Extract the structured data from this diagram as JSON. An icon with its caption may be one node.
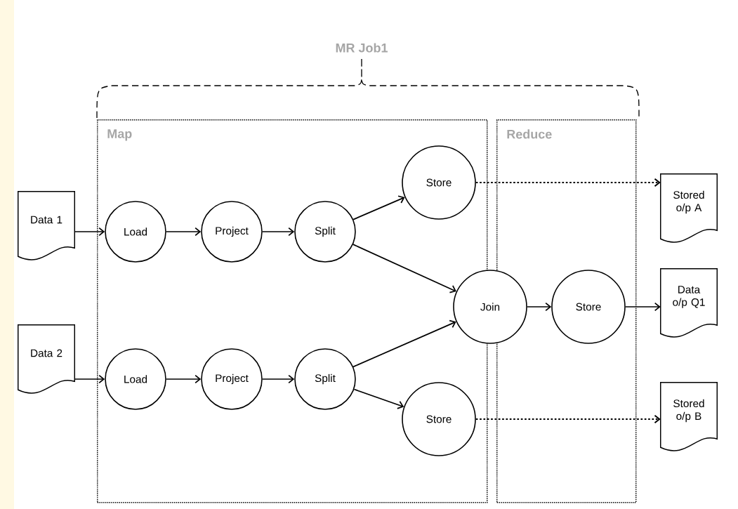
{
  "diagram": {
    "nodes": [
      {
        "text": [
          "Map"
        ]
      },
      {
        "text": [
          "Reduce"
        ]
      },
      {
        "text": [
          "Data 1"
        ]
      },
      {
        "text": [
          "Load"
        ],
        "in": 0
      },
      {
        "text": [
          "Project"
        ],
        "in": 0
      },
      {
        "text": [
          "Split"
        ],
        "in": 0
      },
      {
        "text": [
          "Store"
        ],
        "in": 0
      },
      {
        "text": [
          "Data 2"
        ]
      },
      {
        "text": [
          "Load"
        ],
        "in": 0
      },
      {
        "text": [
          "Project"
        ],
        "in": 0
      },
      {
        "text": [
          "Split"
        ],
        "in": 0
      },
      {
        "text": [
          "Store"
        ],
        "in": 0
      },
      {
        "text": [
          "Join"
        ]
      },
      {
        "text": [
          "Store"
        ],
        "in": 1
      },
      {
        "text": [
          "Stored o/p A"
        ]
      },
      {
        "text": [
          "Data o/p Q1"
        ]
      },
      {
        "text": [
          "Stored o/p B"
        ]
      }
    ],
    "edges": [
      {
        "from": 2,
        "to": 3,
        "arrow": "to"
      },
      {
        "from": 3,
        "to": 4,
        "arrow": "to"
      },
      {
        "from": 4,
        "to": 5,
        "arrow": "to"
      },
      {
        "from": 5,
        "to": 6,
        "arrow": "to"
      },
      {
        "from": 5,
        "to": 12,
        "arrow": "to"
      },
      {
        "from": 6,
        "to": 14,
        "arrow": "to",
        "style": "dashed"
      },
      {
        "from": 7,
        "to": 8,
        "arrow": "to"
      },
      {
        "from": 8,
        "to": 9,
        "arrow": "to"
      },
      {
        "from": 9,
        "to": 10,
        "arrow": "to"
      },
      {
        "from": 10,
        "to": 12,
        "arrow": "to"
      },
      {
        "from": 10,
        "to": 11,
        "arrow": "to"
      },
      {
        "from": 11,
        "to": 16,
        "arrow": "to",
        "style": "dashed"
      },
      {
        "from": 12,
        "to": 13,
        "arrow": "to"
      },
      {
        "from": 13,
        "to": 15,
        "arrow": "to"
      }
    ],
    "labels": [
      "MR Job1"
    ]
  }
}
